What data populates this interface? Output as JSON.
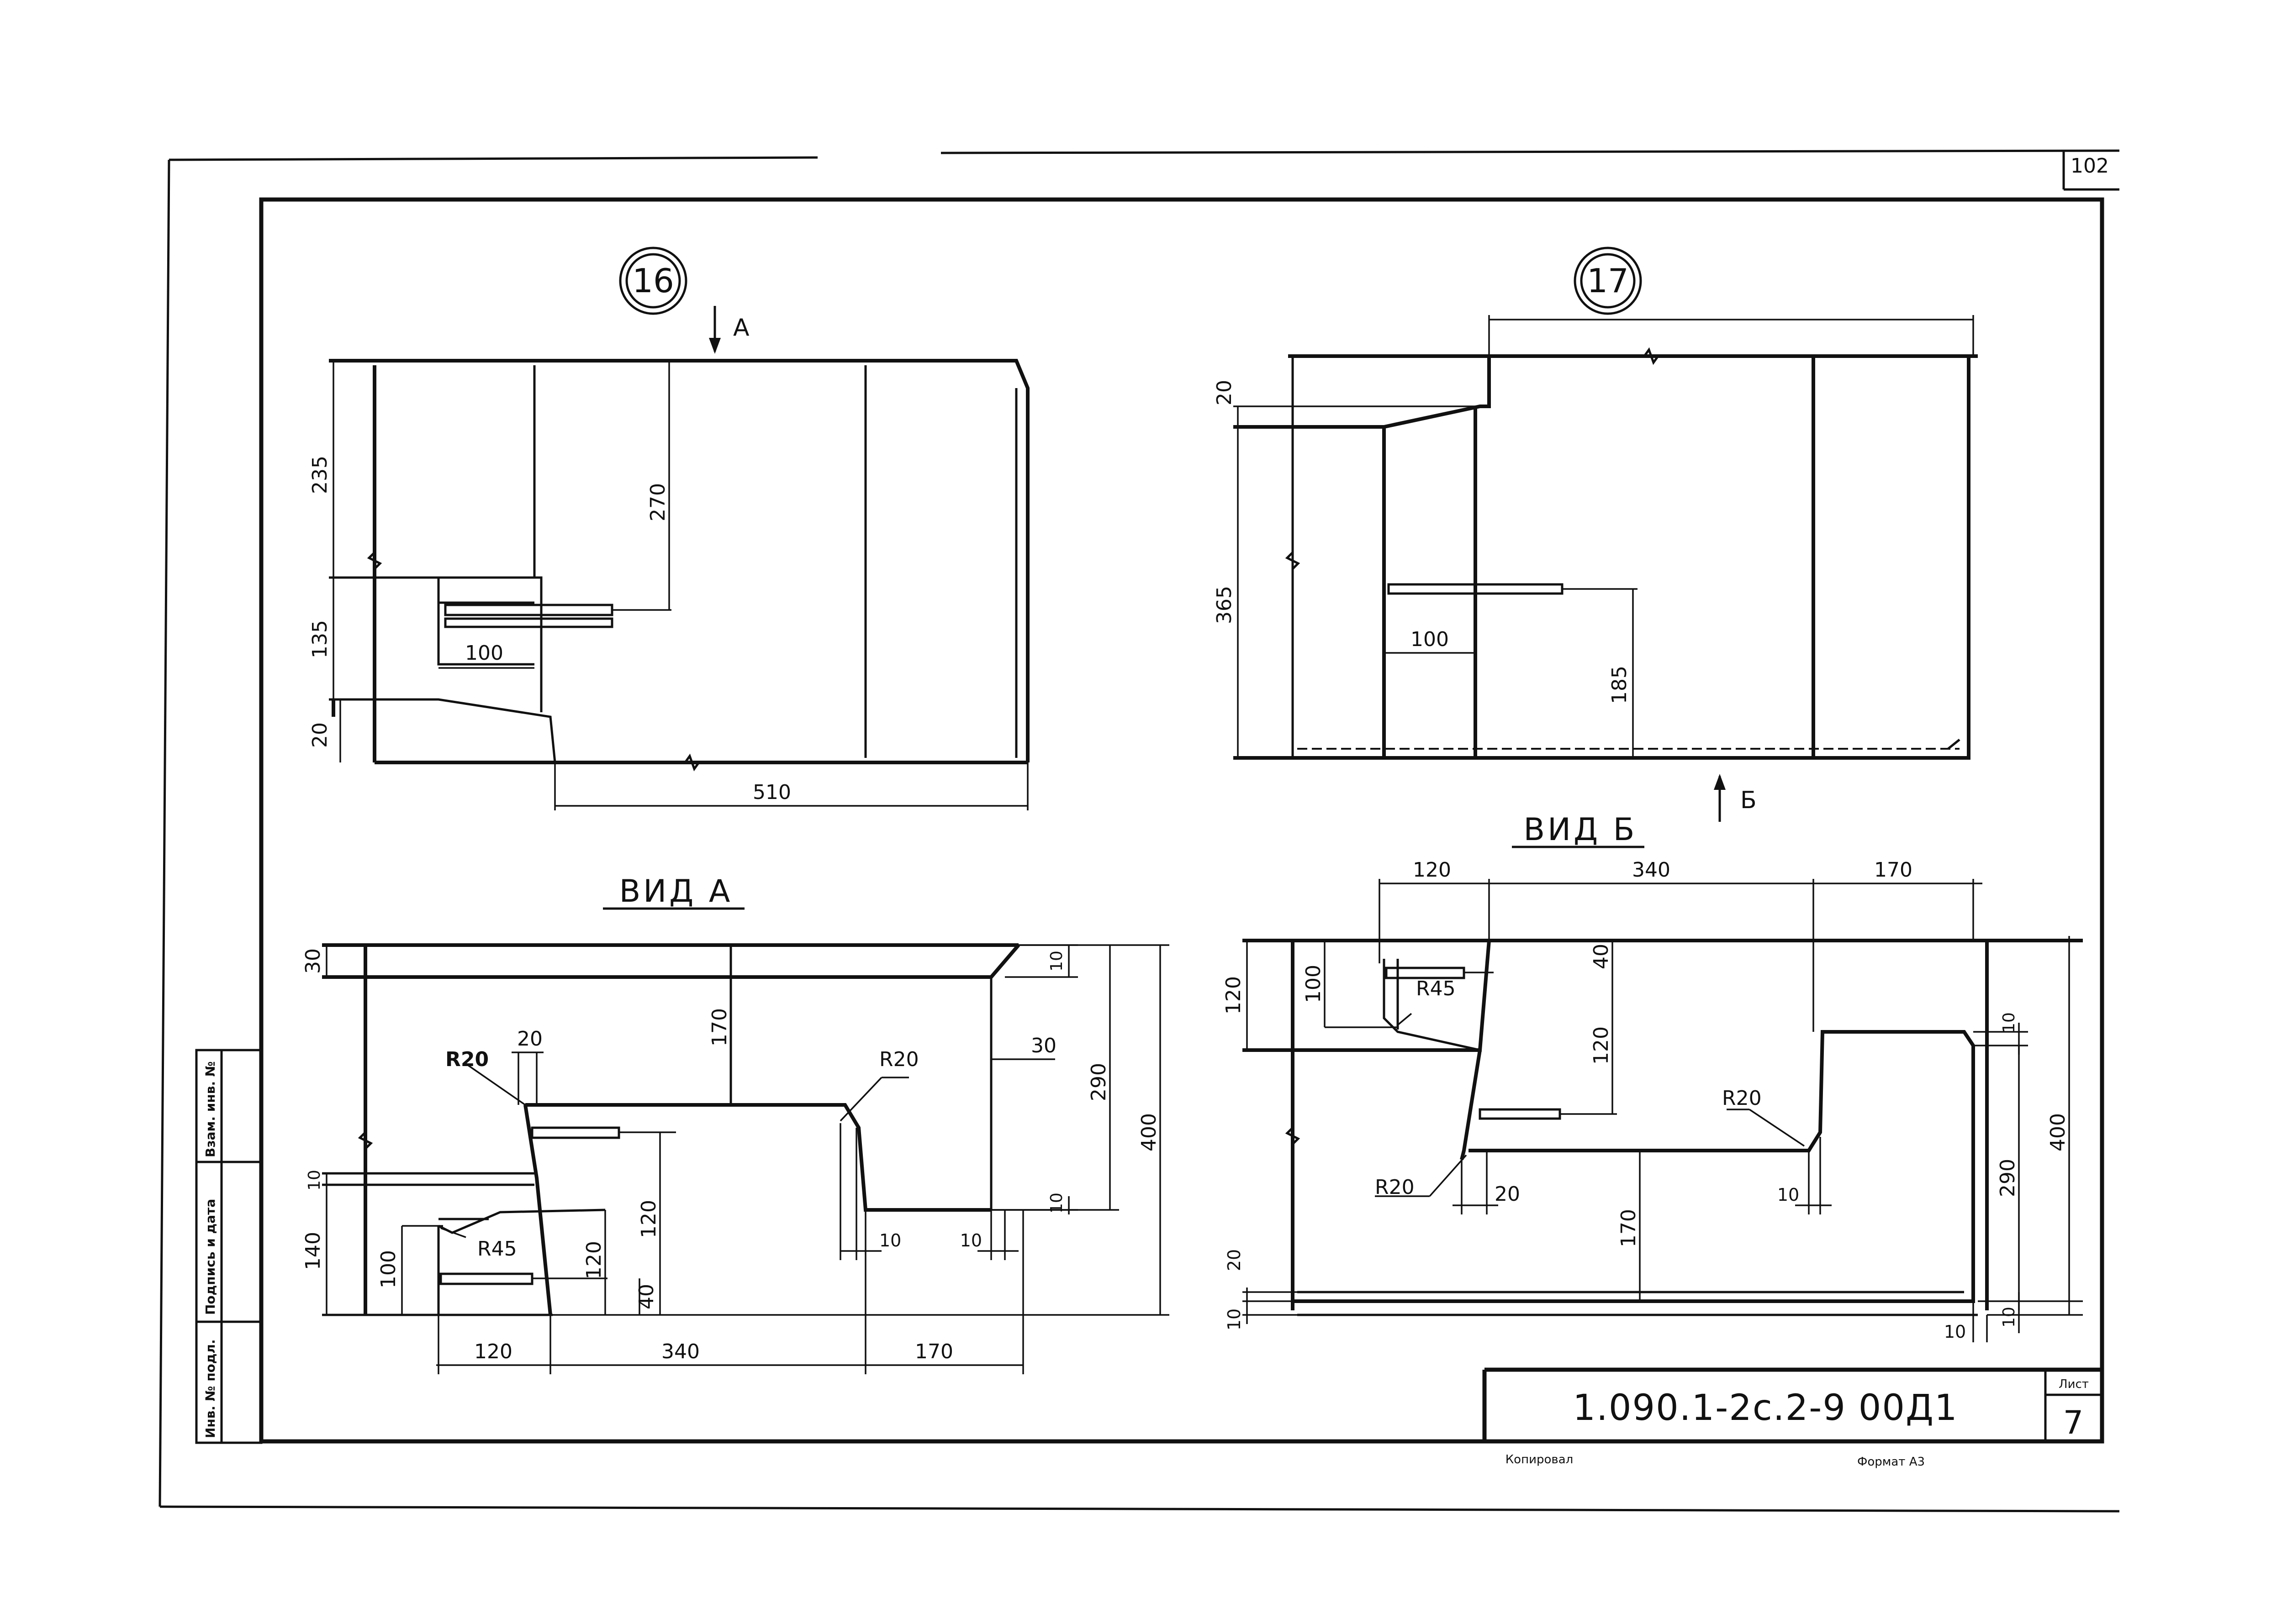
{
  "sheet": {
    "page_number": "102",
    "drawing_code": "1.090.1-2с.2-9  00Д1",
    "sheet_label": "Лист",
    "sheet_number": "7",
    "copied_label": "Копировал",
    "format_label": "Формат А3"
  },
  "side_stamp": {
    "cell1": "Инв. № подл.",
    "cell2": "Подпись и дата",
    "cell3": "Взам. инв. №"
  },
  "detail16": {
    "marker": "16",
    "arrow_label": "А",
    "dims": {
      "d235": "235",
      "d135": "135",
      "d20": "20",
      "d270": "270",
      "d100": "100",
      "d510": "510"
    }
  },
  "detail17": {
    "marker": "17",
    "arrow_label": "Б",
    "dims": {
      "d20": "20",
      "d365": "365",
      "d100": "100",
      "d185": "185"
    }
  },
  "viewA": {
    "title": "ВИД  А",
    "dims": {
      "d30a": "30",
      "d170": "170",
      "d10a": "10",
      "d30b": "30",
      "d290": "290",
      "d400": "400",
      "d10b": "10",
      "d20": "20",
      "r20a": "R20",
      "r20b": "R20",
      "d10c": "10",
      "d140": "140",
      "d100": "100",
      "r45": "R45",
      "d120a": "120",
      "d120b": "120",
      "d40": "40",
      "d10d": "10",
      "d10e": "10",
      "b120": "120",
      "b340": "340",
      "b170": "170"
    }
  },
  "viewB": {
    "title": "ВИД  Б",
    "dims": {
      "t120": "120",
      "t340": "340",
      "t170": "170",
      "d120": "120",
      "d100": "100",
      "r45": "R45",
      "d40": "40",
      "d120b": "120",
      "d10a": "10",
      "r20a": "R20",
      "r20b": "R20",
      "d20": "20",
      "d10b": "10",
      "d400": "400",
      "d290": "290",
      "d170": "170",
      "d20b": "20",
      "d10c": "10",
      "d10d": "10",
      "d10e": "10"
    }
  }
}
